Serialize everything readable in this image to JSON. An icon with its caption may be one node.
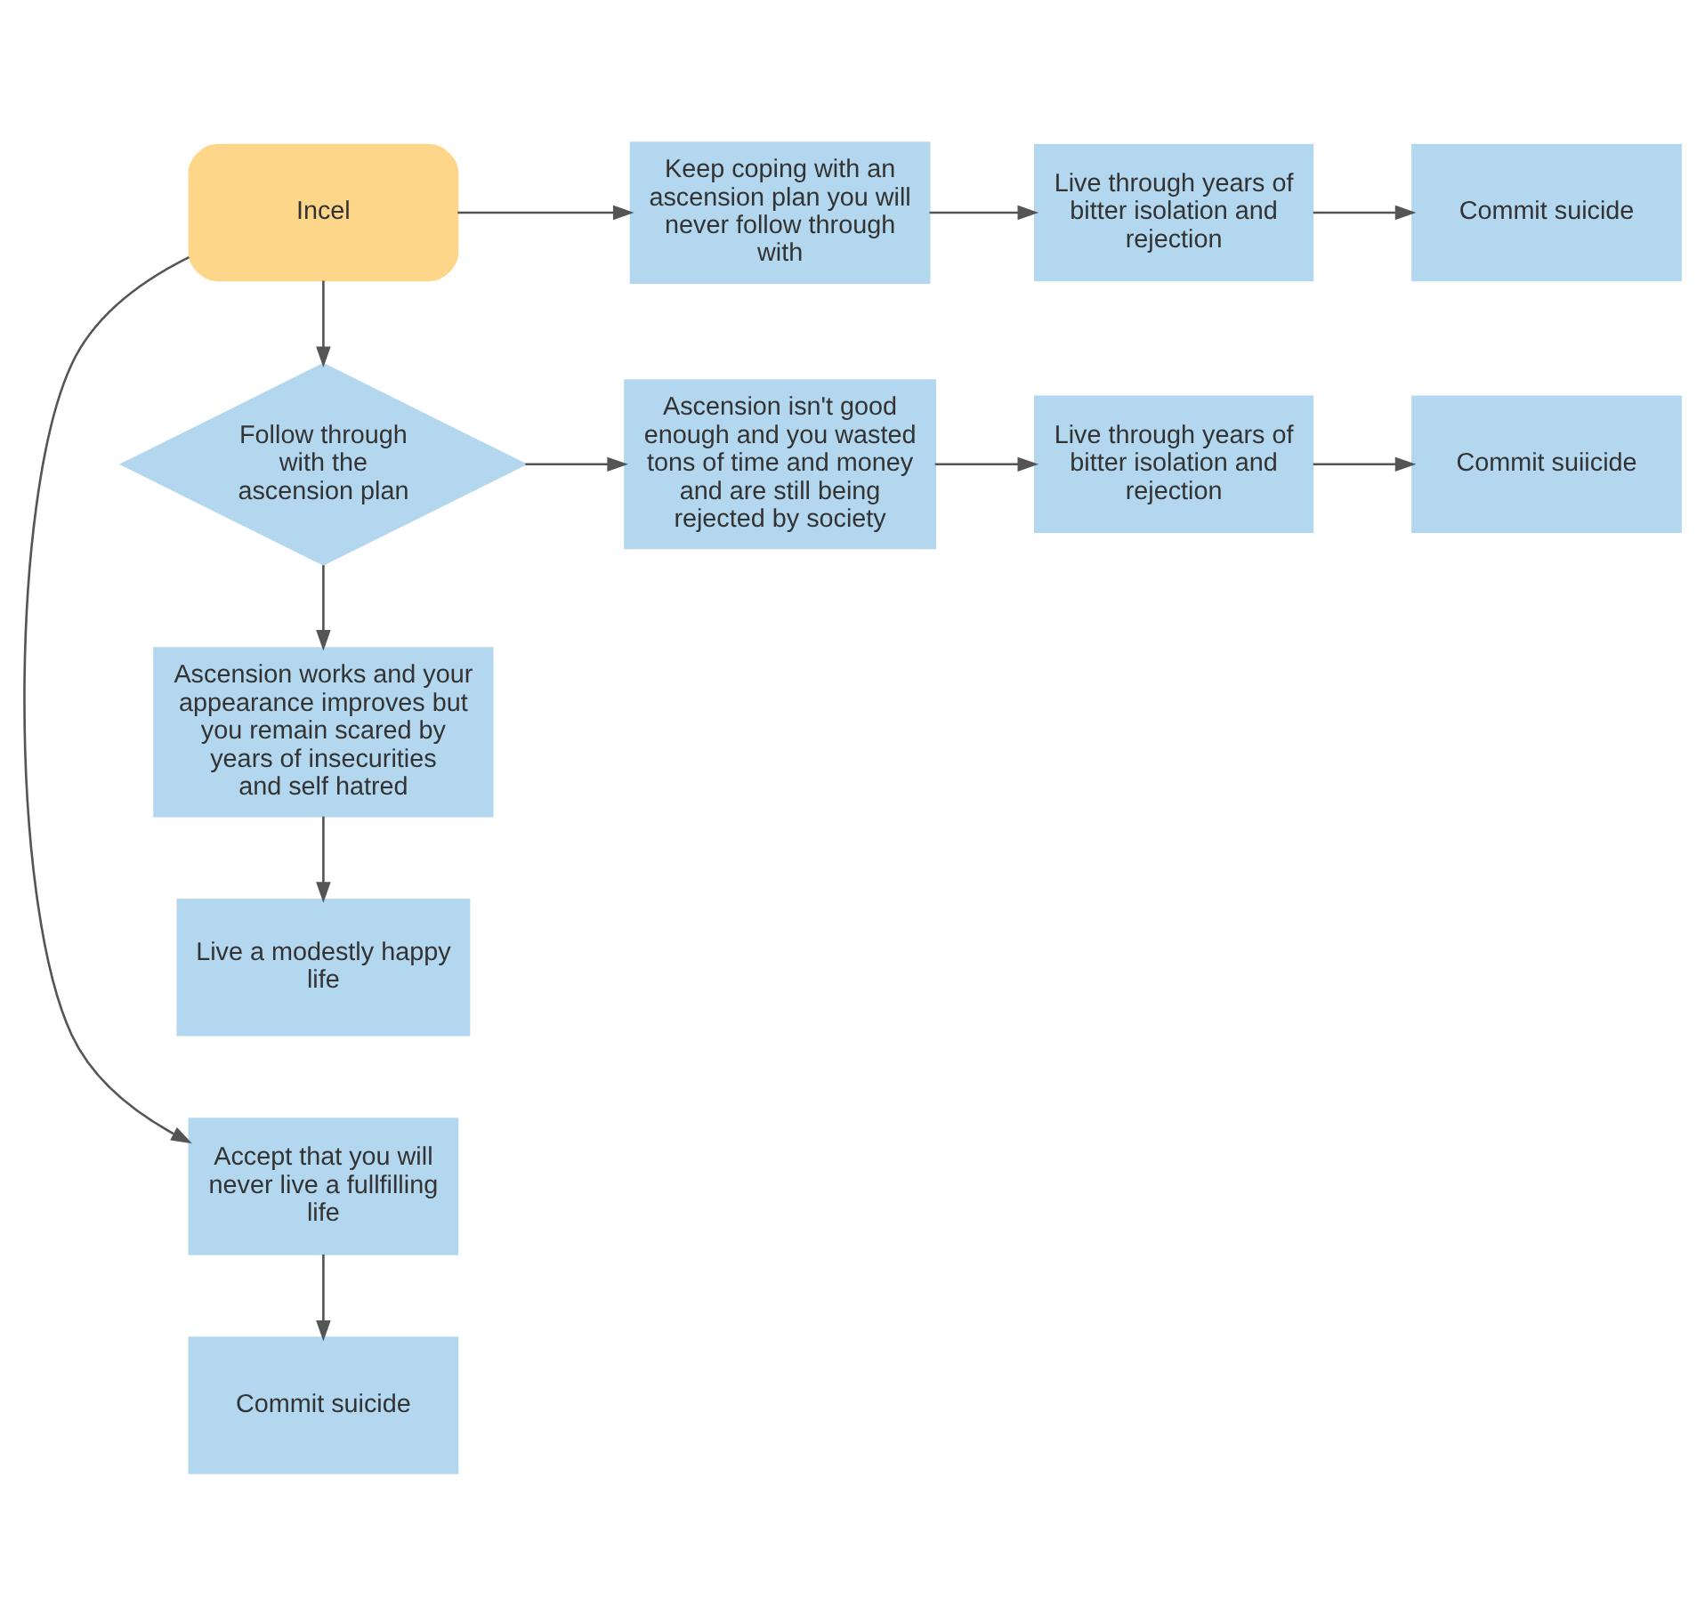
{
  "diagram": {
    "nodes": [
      {
        "text": [
          "Commit suicide"
        ]
      },
      {
        "text": [
          "Accept that you will never live a fullfilling life"
        ]
      },
      {
        "text": [
          "Incel"
        ]
      },
      {
        "text": [
          "Keep coping with an ascension plan you will never follow through with"
        ]
      },
      {
        "text": [
          "Live through years of bitter isolation and rejection"
        ]
      },
      {
        "text": [
          "Commit suicide"
        ]
      },
      {
        "text": [
          "Follow through with the ascension plan"
        ]
      },
      {
        "text": [
          "Ascension isn't good enough and you wasted tons of time and money and are still being rejected by society"
        ]
      },
      {
        "text": [
          "Live through years of bitter isolation and rejection"
        ]
      },
      {
        "text": [
          "Commit suiicide"
        ]
      },
      {
        "text": [
          "Ascension works and your appearance improves but you remain scared by years of insecurities and self hatred"
        ]
      },
      {
        "text": [
          "Live a modestly happy life"
        ]
      }
    ],
    "edges": [
      {
        "from": 2,
        "to": 1,
        "arrow": "to"
      },
      {
        "from": 1,
        "to": 0,
        "arrow": "to"
      },
      {
        "from": 2,
        "to": 3,
        "arrow": "to"
      },
      {
        "from": 3,
        "to": 4,
        "arrow": "to"
      },
      {
        "from": 4,
        "to": 5,
        "arrow": "to"
      },
      {
        "from": 2,
        "to": 6,
        "arrow": "to"
      },
      {
        "from": 6,
        "to": 7,
        "arrow": "to"
      },
      {
        "from": 7,
        "to": 8,
        "arrow": "to"
      },
      {
        "from": 8,
        "to": 9,
        "arrow": "to"
      },
      {
        "from": 6,
        "to": 10,
        "arrow": "to"
      },
      {
        "from": 10,
        "to": 11,
        "arrow": "to"
      }
    ]
  }
}
